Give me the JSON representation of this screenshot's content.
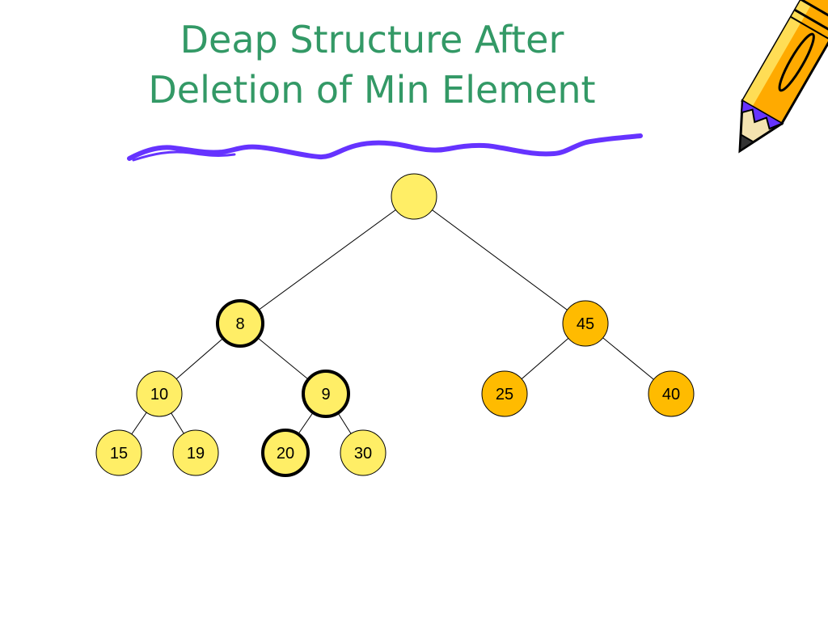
{
  "slide": {
    "title_line1": "Deap Structure After",
    "title_line2": "Deletion of Min Element"
  },
  "colors": {
    "title": "#339966",
    "squiggle": "#6633ff",
    "min_heap_fill": "#ffee66",
    "max_heap_fill": "#ffbb00",
    "edge": "#000000"
  },
  "tree": {
    "root": {
      "label": "",
      "heap": "root",
      "highlight": false
    },
    "min_heap": [
      {
        "id": "n8",
        "label": "8",
        "highlight": true
      },
      {
        "id": "n10",
        "label": "10",
        "highlight": false
      },
      {
        "id": "n9",
        "label": "9",
        "highlight": true
      },
      {
        "id": "n15",
        "label": "15",
        "highlight": false
      },
      {
        "id": "n19",
        "label": "19",
        "highlight": false
      },
      {
        "id": "n20",
        "label": "20",
        "highlight": true
      },
      {
        "id": "n30",
        "label": "30",
        "highlight": false
      }
    ],
    "max_heap": [
      {
        "id": "n45",
        "label": "45",
        "highlight": false
      },
      {
        "id": "n25",
        "label": "25",
        "highlight": false
      },
      {
        "id": "n40",
        "label": "40",
        "highlight": false
      }
    ],
    "edges": [
      [
        "root",
        "n8"
      ],
      [
        "root",
        "n45"
      ],
      [
        "n8",
        "n10"
      ],
      [
        "n8",
        "n9"
      ],
      [
        "n10",
        "n15"
      ],
      [
        "n10",
        "n19"
      ],
      [
        "n9",
        "n20"
      ],
      [
        "n9",
        "n30"
      ],
      [
        "n45",
        "n25"
      ],
      [
        "n45",
        "n40"
      ]
    ]
  },
  "decorations": {
    "clipart": "pencil-icon",
    "underline": "squiggle-underline"
  }
}
